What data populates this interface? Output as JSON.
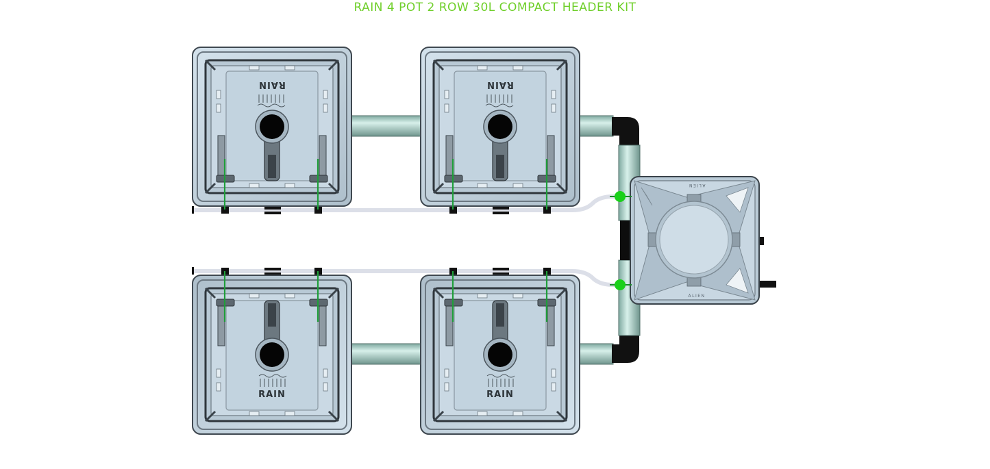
{
  "title": "RAIN 4 POT 2 ROW 30L COMPACT HEADER KIT",
  "pot_label": "RAIN",
  "brand_label": "ALIEN",
  "colors": {
    "title": "#6fcf2a",
    "pot_body": "#c3d4e0",
    "pot_border": "#5a6670",
    "pipe": "#a9cfc4",
    "hose": "#dcdfe8",
    "elbow": "#111111",
    "dripper": "#1ad11a"
  }
}
